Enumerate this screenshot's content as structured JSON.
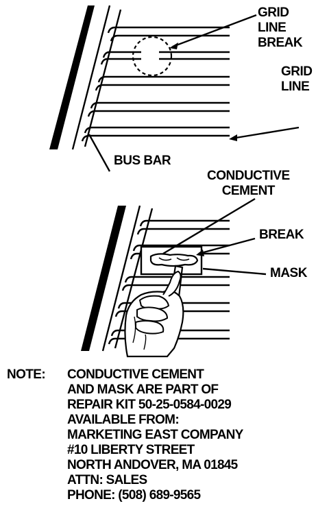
{
  "labels": {
    "grid_line_break": "GRID\nLINE\nBREAK",
    "grid_line": "GRID\nLINE",
    "bus_bar": "BUS BAR",
    "conductive_cement": "CONDUCTIVE\nCEMENT",
    "break": "BREAK",
    "mask": "MASK"
  },
  "note": {
    "key": "NOTE:",
    "lines": [
      "CONDUCTIVE CEMENT",
      "AND MASK ARE PART OF",
      "REPAIR KIT 50-25-0584-0029",
      "AVAILABLE FROM:",
      "MARKETING EAST COMPANY",
      "#10 LIBERTY STREET",
      "NORTH ANDOVER, MA 01845",
      "ATTN: SALES",
      "PHONE: (508) 689-9565"
    ]
  }
}
